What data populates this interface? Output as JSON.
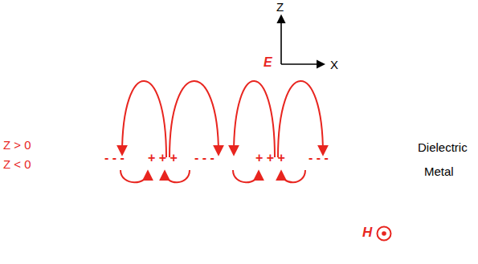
{
  "diagram": {
    "nodes": [
      {
        "text": [
          "Metal"
        ]
      }
    ],
    "labels": [
      "Z",
      "E",
      "X",
      "Z > 0",
      "Z < 0",
      "- - -",
      "+ + +",
      "- - -",
      "+ + +",
      "- - -",
      "Dielectric",
      "H"
    ]
  }
}
